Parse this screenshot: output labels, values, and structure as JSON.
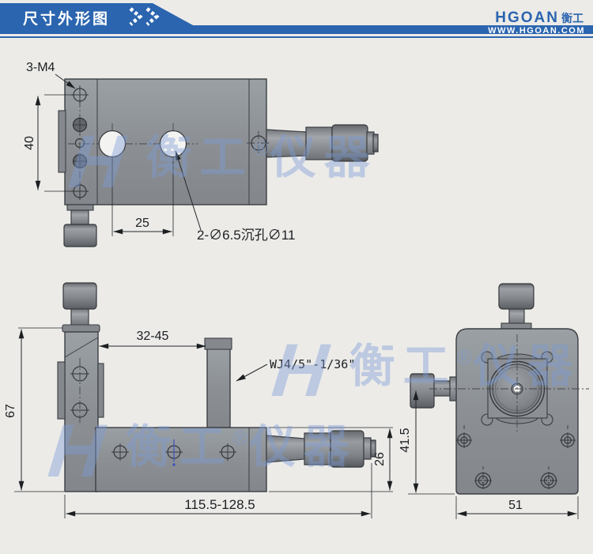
{
  "header": {
    "title": "尺寸外形图",
    "brand": {
      "logo_text": "HGOAN",
      "logo_cjk": "衡工",
      "website": "WWW.HGOAN.COM"
    },
    "accent_color": "#2b65af"
  },
  "watermark": {
    "logo_letter": "H",
    "brand": "衡工",
    "registered": "®",
    "suffix": "仪器",
    "color": "#7d9bd7"
  },
  "views": {
    "top_view": {
      "labels": {
        "thread": "3-M4",
        "counterbore": "2-∅6.5沉孔∅11"
      },
      "dims": {
        "height": "40",
        "hole_spacing": "25"
      }
    },
    "front_view": {
      "labels": {
        "adapter_thread": "WJ4/5\"-1/36\""
      },
      "dims": {
        "travel": "32-45",
        "height": "67",
        "base_height": "26",
        "length": "115.5-128.5"
      }
    },
    "side_view": {
      "dims": {
        "center_height": "41.5",
        "width": "51"
      }
    }
  },
  "drawing_colors": {
    "body_gray": "#8c9094",
    "outline": "#3a3e42",
    "hole_white": "#f3f3f1"
  }
}
